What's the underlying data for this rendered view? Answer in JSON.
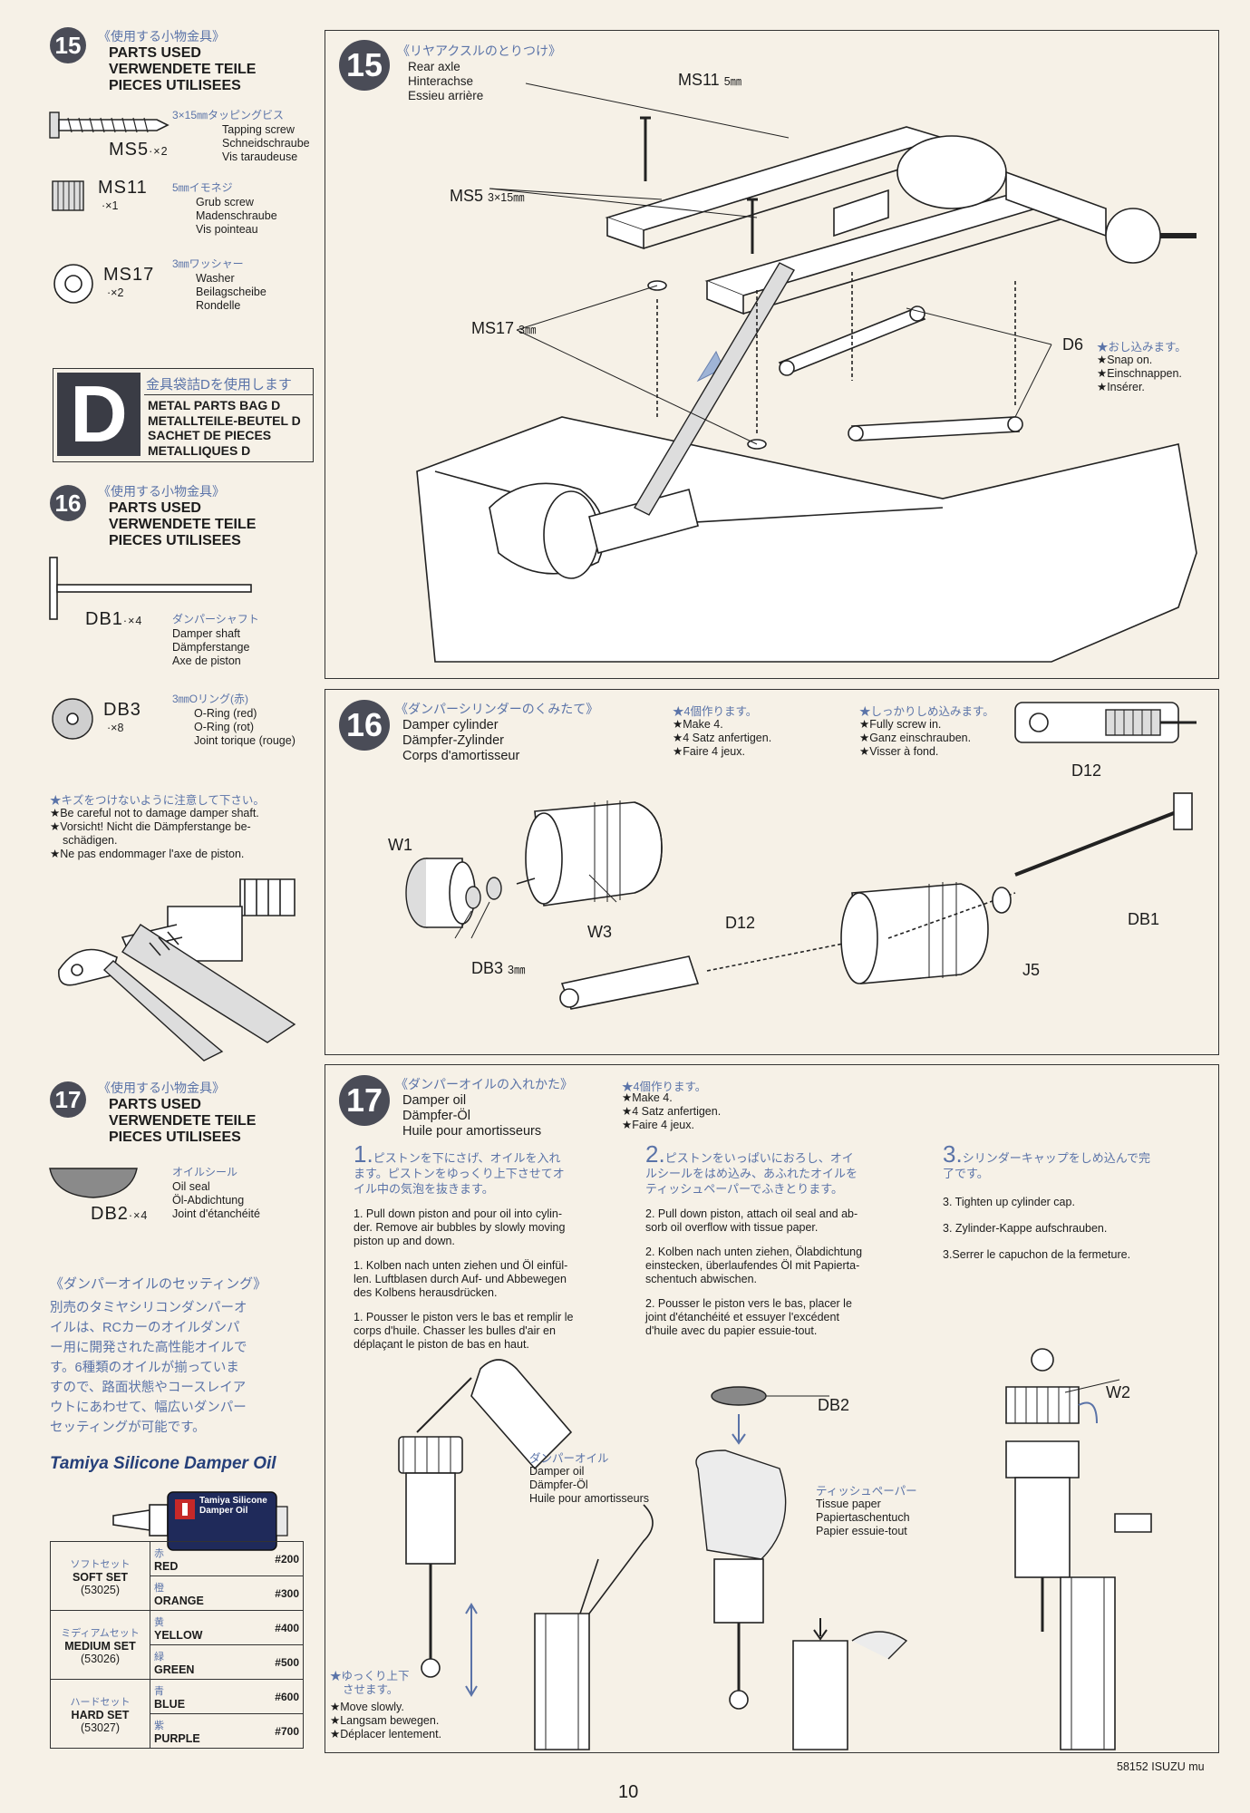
{
  "left15": {
    "badge": "15",
    "title_jp": "《使用する小物金具》",
    "title": [
      "PARTS USED",
      "VERWENDETE TEILE",
      "PIECES UTILISEES"
    ],
    "ms5": {
      "code": "MS5",
      "qty": "·×2",
      "size_jp": "3×15㎜タッピングビス",
      "desc": [
        "Tapping screw",
        "Schneidschraube",
        "Vis taraudeuse"
      ]
    },
    "ms11": {
      "code": "MS11",
      "qty": "·×1",
      "size_jp": "5㎜イモネジ",
      "desc": [
        "Grub screw",
        "Madenschraube",
        "Vis pointeau"
      ]
    },
    "ms17": {
      "code": "MS17",
      "qty": "·×2",
      "size_jp": "3㎜ワッシャー",
      "desc": [
        "Washer",
        "Beilagscheibe",
        "Rondelle"
      ]
    }
  },
  "bagD": {
    "letter": "D",
    "jp": "金具袋詰Dを使用します",
    "lines": [
      "METAL PARTS BAG D",
      "METALLTEILE-BEUTEL D",
      "SACHET DE PIECES",
      "METALLIQUES D"
    ]
  },
  "left16": {
    "badge": "16",
    "title_jp": "《使用する小物金具》",
    "title": [
      "PARTS USED",
      "VERWENDETE TEILE",
      "PIECES UTILISEES"
    ],
    "db1": {
      "code": "DB1",
      "qty": "·×4",
      "jp": "ダンパーシャフト",
      "desc": [
        "Damper shaft",
        "Dämpferstange",
        "Axe de piston"
      ]
    },
    "db3": {
      "code": "DB3",
      "qty": "·×8",
      "jp": "3㎜Oリング(赤)",
      "desc": [
        "O-Ring (red)",
        "O-Ring (rot)",
        "Joint torique (rouge)"
      ]
    },
    "note_jp": "★キズをつけないように注意して下さい。",
    "note": [
      "★Be careful not to damage damper shaft.",
      "★Vorsicht! Nicht die Dämpferstange be-",
      "schädigen.",
      "★Ne pas endommager l'axe de piston."
    ]
  },
  "left17": {
    "badge": "17",
    "title_jp": "《使用する小物金具》",
    "title": [
      "PARTS USED",
      "VERWENDETE TEILE",
      "PIECES UTILISEES"
    ],
    "db2": {
      "code": "DB2",
      "qty": "·×4",
      "jp": "オイルシール",
      "desc": [
        "Oil seal",
        "Öl-Abdichtung",
        "Joint d'étanchéité"
      ]
    },
    "setting_title": "《ダンパーオイルのセッティング》",
    "setting_text": [
      "別売のタミヤシリコンダンパーオ",
      "イルは、RCカーのオイルダンパ",
      "ー用に開発された高性能オイルで",
      "す。6種類のオイルが揃っていま",
      "すので、路面状態やコースレイア",
      "ウトにあわせて、幅広いダンパー",
      "セッティングが可能です。"
    ],
    "brand": "Tamiya Silicone Damper Oil",
    "bottle_label": "Tamiya Silicone Damper Oil"
  },
  "oil_table": [
    {
      "set_jp": "ソフトセット",
      "set": "SOFT SET",
      "code": "(53025)",
      "rows": [
        {
          "jp": "赤",
          "color": "RED",
          "num": "#200"
        },
        {
          "jp": "橙",
          "color": "ORANGE",
          "num": "#300"
        }
      ]
    },
    {
      "set_jp": "ミディアムセット",
      "set": "MEDIUM SET",
      "code": "(53026)",
      "rows": [
        {
          "jp": "黄",
          "color": "YELLOW",
          "num": "#400"
        },
        {
          "jp": "緑",
          "color": "GREEN",
          "num": "#500"
        }
      ]
    },
    {
      "set_jp": "ハードセット",
      "set": "HARD SET",
      "code": "(53027)",
      "rows": [
        {
          "jp": "青",
          "color": "BLUE",
          "num": "#600"
        },
        {
          "jp": "紫",
          "color": "PURPLE",
          "num": "#700"
        }
      ]
    }
  ],
  "step15": {
    "badge": "15",
    "title_jp": "《リヤアクスルのとりつけ》",
    "title": [
      "Rear axle",
      "Hinterachse",
      "Essieu arrière"
    ],
    "labels": {
      "ms11": "MS11",
      "ms11_size": "5㎜",
      "ms5": "MS5",
      "ms5_size": "3×15㎜",
      "ms17": "MS17",
      "ms17_size": "3㎜",
      "d6": "D6"
    },
    "snap_jp": "★おし込みます。",
    "snap": [
      "★Snap on.",
      "★Einschnappen.",
      "★Insérer."
    ]
  },
  "step16": {
    "badge": "16",
    "title_jp": "《ダンパーシリンダーのくみたて》",
    "title": [
      "Damper cylinder",
      "Dämpfer-Zylinder",
      "Corps d'amortisseur"
    ],
    "make_jp": "★4個作ります。",
    "make": [
      "★Make 4.",
      "★4 Satz anfertigen.",
      "★Faire 4 jeux."
    ],
    "screw_jp": "★しっかりしめ込みます。",
    "screw": [
      "★Fully screw in.",
      "★Ganz einschrauben.",
      "★Visser à fond."
    ],
    "labels": {
      "d12a": "D12",
      "w1": "W1",
      "w3": "W3",
      "db3": "DB3",
      "db3_size": "3㎜",
      "d12b": "D12",
      "db1": "DB1",
      "j5": "J5"
    }
  },
  "step17": {
    "badge": "17",
    "title_jp": "《ダンパーオイルの入れかた》",
    "title": [
      "Damper oil",
      "Dämpfer-Öl",
      "Huile pour amortisseurs"
    ],
    "make_jp": "★4個作ります。",
    "make": [
      "★Make 4.",
      "★4 Satz anfertigen.",
      "★Faire 4 jeux."
    ],
    "s1": {
      "num": "1.",
      "jp": [
        "ピストンを下にさげ、オイルを入れ",
        "ます。ピストンをゆっくり上下させてオ",
        "イル中の気泡を抜きます。"
      ],
      "en": [
        "1. Pull down piston and pour oil into cylin-",
        "der. Remove air bubbles by slowly moving",
        "piston up and down."
      ],
      "de": [
        "1. Kolben nach unten ziehen und Öl einfül-",
        "len. Luftblasen durch Auf- und Abbewegen",
        "des Kolbens herausdrücken."
      ],
      "fr": [
        "1. Pousser le piston vers le bas et remplir le",
        "corps d'huile. Chasser les bulles d'air en",
        "déplaçant le piston de bas en haut."
      ]
    },
    "s2": {
      "num": "2.",
      "jp": [
        "ピストンをいっぱいにおろし、オイ",
        "ルシールをはめ込み、あふれたオイルを",
        "ティッシュペーパーでふきとります。"
      ],
      "en": [
        "2. Pull down piston, attach oil seal and ab-",
        "sorb oil overflow with tissue paper."
      ],
      "de": [
        "2. Kolben nach unten ziehen, Ölabdichtung",
        "einstecken, überlaufendes Öl mit Papierta-",
        "schentuch abwischen."
      ],
      "fr": [
        "2. Pousser le piston vers le bas, placer le",
        "joint d'étanchéité et essuyer l'excédent",
        "d'huile avec du papier essuie-tout."
      ]
    },
    "s3": {
      "num": "3.",
      "jp": [
        "シリンダーキャップをしめ込んで完",
        "了です。"
      ],
      "en": "3. Tighten up cylinder cap.",
      "de": "3. Zylinder-Kappe aufschrauben.",
      "fr": "3.Serrer le capuchon de la fermeture."
    },
    "oil_jp": "ダンパーオイル",
    "oil": [
      "Damper oil",
      "Dämpfer-Öl",
      "Huile pour amortisseurs"
    ],
    "tissue_jp": "ティッシュペーパー",
    "tissue": [
      "Tissue paper",
      "Papiertaschentuch",
      "Papier essuie-tout"
    ],
    "db2": "DB2",
    "w2": "W2",
    "slow_jp": [
      "★ゆっくり上下",
      "させます。"
    ],
    "slow": [
      "★Move slowly.",
      "★Langsam bewegen.",
      "★Déplacer lentement."
    ]
  },
  "footer": {
    "page": "10",
    "code": "58152 ISUZU mu"
  }
}
